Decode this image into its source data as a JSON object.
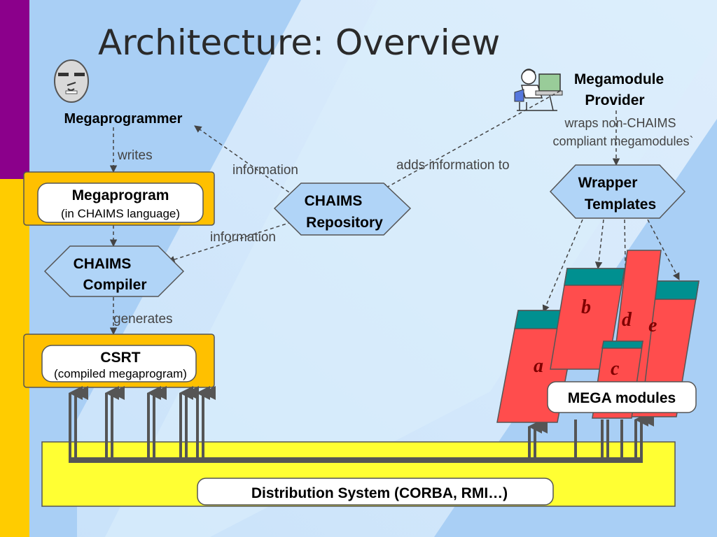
{
  "slide": {
    "title": "Architecture: Overview",
    "megaprogrammer": {
      "label": "Megaprogrammer"
    },
    "megamodule_provider": {
      "line1": "Megamodule",
      "line2": "Provider"
    },
    "wraps_note": {
      "line1": "wraps non-CHAIMS",
      "line2": "compliant megamodules`"
    },
    "megaprogram_box": {
      "title": "Megaprogram",
      "subtitle": "(in CHAIMS language)"
    },
    "compiler": {
      "line1": "CHAIMS",
      "line2": "Compiler"
    },
    "repository": {
      "line1": "CHAIMS",
      "line2": "Repository"
    },
    "wrapper_templates": {
      "line1": "Wrapper",
      "line2": "Templates"
    },
    "csrt_box": {
      "title": "CSRT",
      "subtitle": "(compiled megaprogram)"
    },
    "edge_labels": {
      "writes": "writes",
      "generates": "generates",
      "information_top": "information",
      "information_bottom": "information",
      "adds_information": "adds information to"
    },
    "modules": {
      "label": "MEGA modules",
      "letters": {
        "a": "a",
        "b": "b",
        "c": "c",
        "d": "d",
        "e": "e"
      }
    },
    "distribution": {
      "label": "Distribution System (CORBA, RMI…)"
    },
    "colors": {
      "background": "#a9cff5",
      "accent_bar_left": "#8b008b",
      "accent_bar_yellow": "#ffcc00",
      "orange_box": "#ffc000",
      "yellow_panel": "#ffff33",
      "hexagon_fill": "#b0d4f7",
      "module_red": "#ff4d4d",
      "module_teal": "#009090",
      "bus_gray": "#555555"
    }
  }
}
